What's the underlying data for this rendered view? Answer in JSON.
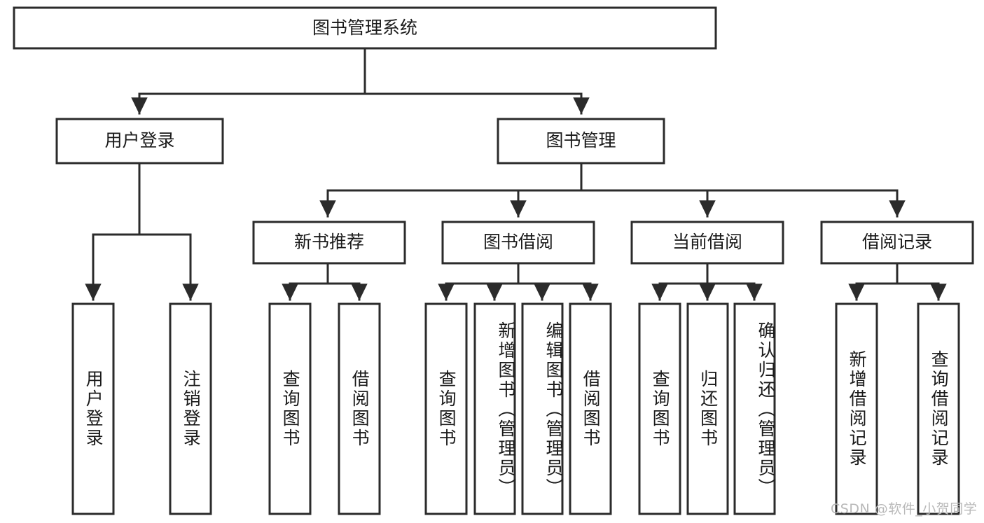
{
  "diagram": {
    "type": "tree-hierarchy",
    "title_node": {
      "label": "图书管理系统"
    },
    "level2": [
      {
        "label": "用户登录"
      },
      {
        "label": "图书管理"
      }
    ],
    "level3": [
      {
        "label": "新书推荐"
      },
      {
        "label": "图书借阅"
      },
      {
        "label": "当前借阅"
      },
      {
        "label": "借阅记录"
      }
    ],
    "leaves": {
      "user_login": [
        {
          "label": "用户登录"
        },
        {
          "label": "注销登录"
        }
      ],
      "new_book_recommend": [
        {
          "label": "查询图书"
        },
        {
          "label": "借阅图书"
        }
      ],
      "book_borrow": [
        {
          "label": "查询图书"
        },
        {
          "label": "新增图书（管理员）"
        },
        {
          "label": "编辑图书（管理员）"
        },
        {
          "label": "借阅图书"
        }
      ],
      "current_borrow": [
        {
          "label": "查询图书"
        },
        {
          "label": "归还图书"
        },
        {
          "label": "确认归还（管理员）"
        }
      ],
      "borrow_record": [
        {
          "label": "新增借阅记录"
        },
        {
          "label": "查询借阅记录"
        }
      ]
    }
  },
  "watermark": {
    "text": "CSDN @软件_小贺同学"
  },
  "colors": {
    "stroke": "#2b2b2b",
    "fill": "#ffffff",
    "text": "#1a1a1a",
    "watermark": "#b9b9b9"
  }
}
